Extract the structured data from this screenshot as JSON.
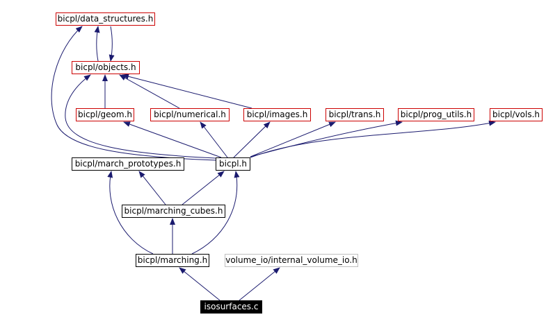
{
  "colors": {
    "edge": "#1a1a6e",
    "red_border": "#cc0000",
    "gray_border": "#bfbfbf"
  },
  "nodes": {
    "ds": "bicpl/data_structures.h",
    "objects": "bicpl/objects.h",
    "geom": "bicpl/geom.h",
    "numerical": "bicpl/numerical.h",
    "images": "bicpl/images.h",
    "trans": "bicpl/trans.h",
    "prog": "bicpl/prog_utils.h",
    "vols": "bicpl/vols.h",
    "march_proto": "bicpl/march_prototypes.h",
    "bicpl": "bicpl.h",
    "marching_cubes": "bicpl/marching_cubes.h",
    "marching": "bicpl/marching.h",
    "volume_io": "volume_io/internal_volume_io.h",
    "root": "isosurfaces.c"
  },
  "edges": [
    [
      "objects",
      "ds"
    ],
    [
      "ds",
      "objects"
    ],
    [
      "geom",
      "objects"
    ],
    [
      "numerical",
      "objects"
    ],
    [
      "images",
      "objects"
    ],
    [
      "bicpl",
      "ds"
    ],
    [
      "bicpl",
      "objects"
    ],
    [
      "bicpl",
      "geom"
    ],
    [
      "bicpl",
      "numerical"
    ],
    [
      "bicpl",
      "images"
    ],
    [
      "bicpl",
      "trans"
    ],
    [
      "bicpl",
      "prog"
    ],
    [
      "bicpl",
      "vols"
    ],
    [
      "marching_cubes",
      "march_proto"
    ],
    [
      "marching_cubes",
      "bicpl"
    ],
    [
      "marching",
      "march_proto"
    ],
    [
      "marching",
      "marching_cubes"
    ],
    [
      "marching",
      "bicpl"
    ],
    [
      "root",
      "marching"
    ],
    [
      "root",
      "volume_io"
    ]
  ]
}
